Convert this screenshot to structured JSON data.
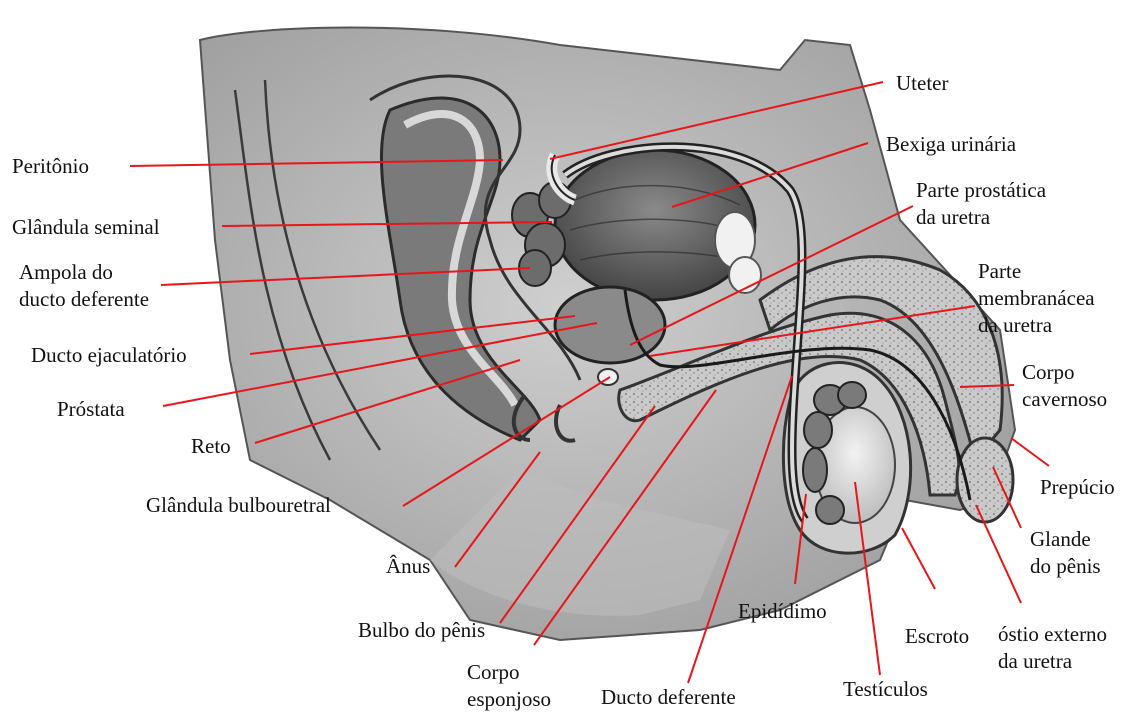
{
  "labels": {
    "ureter": "Uteter",
    "bladder": "Bexiga urinária",
    "prostatic_urethra_1": "Parte prostática",
    "prostatic_urethra_2": "da uretra",
    "membranous_urethra_1": "Parte",
    "membranous_urethra_2": "membranácea",
    "membranous_urethra_3": "da uretra",
    "corpus_cavernosum_1": "Corpo",
    "corpus_cavernosum_2": "cavernoso",
    "prepuce": "Prepúcio",
    "glans_1": "Glande",
    "glans_2": "do pênis",
    "external_orifice_1": "óstio externo",
    "external_orifice_2": "da uretra",
    "scrotum": "Escroto",
    "testes": "Testículos",
    "epididymis": "Epidídimo",
    "vas_deferens": "Ducto deferente",
    "corpus_spongiosum_1": "Corpo",
    "corpus_spongiosum_2": "esponjoso",
    "penile_bulb": "Bulbo do pênis",
    "anus": "Ânus",
    "bulbourethral_gland": "Glândula bulbouretral",
    "rectum": "Reto",
    "prostate": "Próstata",
    "ejaculatory_duct": "Ducto ejaculatório",
    "ampulla_1": "Ampola do",
    "ampulla_2": "ducto deferente",
    "seminal_gland": "Glândula seminal",
    "peritoneum": "Peritônio"
  },
  "colors": {
    "leader": "#e8161a",
    "text": "#111111"
  }
}
